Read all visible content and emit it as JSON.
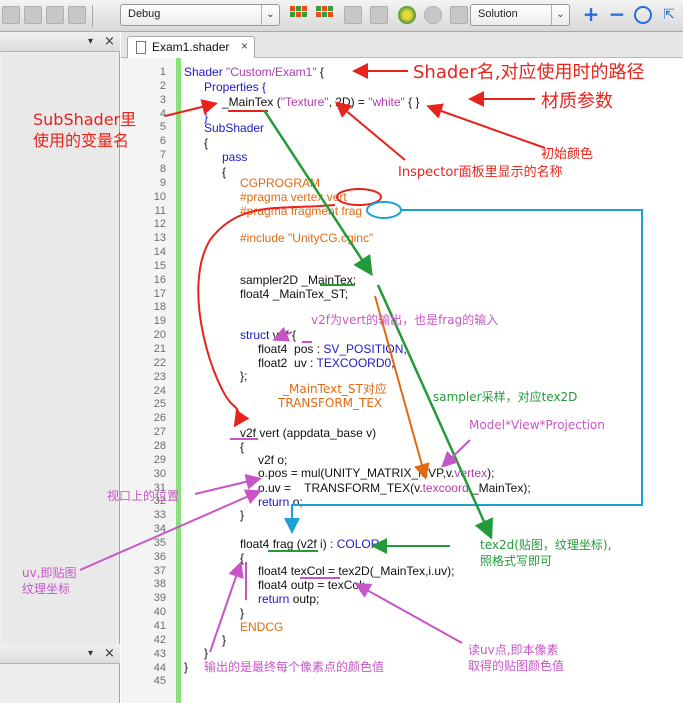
{
  "toolbar": {
    "config_value": "Debug",
    "platform_value": "Solution"
  },
  "editor": {
    "tab_title": "Exam1.shader",
    "tab_close": "×",
    "line_numbers": [
      "1",
      "2",
      "3",
      "4",
      "5",
      "6",
      "7",
      "8",
      "9",
      "10",
      "11",
      "12",
      "13",
      "14",
      "15",
      "16",
      "17",
      "18",
      "19",
      "20",
      "21",
      "22",
      "23",
      "24",
      "25",
      "26",
      "27",
      "28",
      "29",
      "30",
      "31",
      "32",
      "33",
      "34",
      "35",
      "36",
      "37",
      "38",
      "39",
      "40",
      "41",
      "42",
      "43",
      "44",
      "45"
    ],
    "code": {
      "l1a": "Shader ",
      "l1b": "\"Custom/Exam1\"",
      "l1c": " {",
      "l2": "Properties {",
      "l3a": "_MainTex (",
      "l3b": "\"Texture\"",
      "l3c": ", 2D) = ",
      "l3d": "\"white\"",
      "l3e": " { }",
      "l4": "}",
      "l5": "SubShader",
      "l6": "{",
      "l7": "pass",
      "l8": "{",
      "l9": "CGPROGRAM",
      "l10": "#pragma vertex vert",
      "l11": "#pragma fragment frag",
      "l13": "#include \"UnityCG.cginc\"",
      "l16": "sampler2D _MainTex;",
      "l17": "float4 _MainTex_ST;",
      "l20a": "struct",
      "l20b": " v2f {",
      "l21a": "float4  pos : ",
      "l21b": "SV_POSITION",
      "l21c": ";",
      "l22a": "float2  uv : ",
      "l22b": "TEXCOORD0",
      "l22c": ";",
      "l23": "};",
      "l27": "v2f vert (appdata_base v)",
      "l28": "{",
      "l29": "v2f o;",
      "l30a": "o.pos = mul(UNITY_MATRIX_MVP,v.",
      "l30b": "vertex",
      "l30c": ");",
      "l31a": "o.uv =    TRANSFORM_TEX(v.",
      "l31b": "texcoord",
      "l31c": ",_MainTex);",
      "l32a": "return",
      "l32b": " o;",
      "l33": "}",
      "l35a": "float4 frag (v2f i) : ",
      "l35b": "COLOR",
      "l36": "{",
      "l37": "float4 texCol = tex2D(_MainTex,i.uv);",
      "l38": "float4 outp = texCol;",
      "l39a": "return",
      "l39b": " outp;",
      "l40": "}",
      "l41": "ENDCG",
      "l42": "}",
      "l44": "}"
    }
  },
  "annotations": {
    "shader_name": "Shader名,对应使用时的路径",
    "material_params": "材质参数",
    "subshader_var_1": "SubShader里",
    "subshader_var_2": "使用的变量名",
    "initial_color": "初始颜色",
    "inspector_name": "Inspector面板里显示的名称",
    "v2f_desc": "v2f为vert的输出，也是frag的输入",
    "maintex_st_1": "_MainText_ST对应",
    "maintex_st_2": "TRANSFORM_TEX",
    "sampler_desc": "sampler采样，对应tex2D",
    "mvp": "Model*View*Projection",
    "viewport_pos": "视口上的位置",
    "uv_1": "uv,即贴图",
    "uv_2": "纹理坐标",
    "tex2d_1": "tex2d(贴图，纹理坐标),",
    "tex2d_2": "照格式写即可",
    "read_uv_1": "读uv点,即本像素",
    "read_uv_2": "取得的贴图颜色值",
    "output_desc": "输出的是最终每个像素点的颜色值"
  },
  "colors": {
    "red": "#e8231c",
    "green": "#249a3a",
    "cyan": "#1ba1d4",
    "magenta": "#c855c8",
    "orange": "#e06a12"
  }
}
